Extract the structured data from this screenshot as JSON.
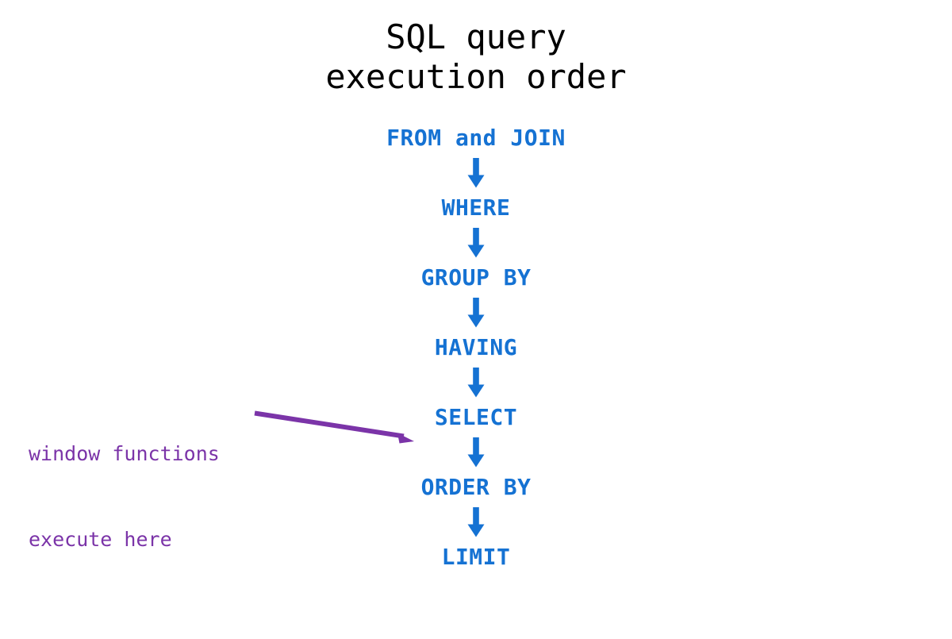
{
  "colors": {
    "background": "#ffffff",
    "title": "#000000",
    "flow_blue": "#1572d3",
    "annotation_purple": "#7b34a8"
  },
  "title": {
    "line1": "SQL query",
    "line2": "execution order"
  },
  "flow": {
    "arrow_icon": "arrow-down-icon",
    "steps": [
      {
        "label": "FROM and JOIN"
      },
      {
        "label": "WHERE"
      },
      {
        "label": "GROUP BY"
      },
      {
        "label": "HAVING"
      },
      {
        "label": "SELECT"
      },
      {
        "label": "ORDER BY"
      },
      {
        "label": "LIMIT"
      }
    ]
  },
  "annotation": {
    "line1": "window functions",
    "line2": "execute here",
    "arrow_icon": "arrow-right-icon",
    "points_to": "SELECT"
  }
}
